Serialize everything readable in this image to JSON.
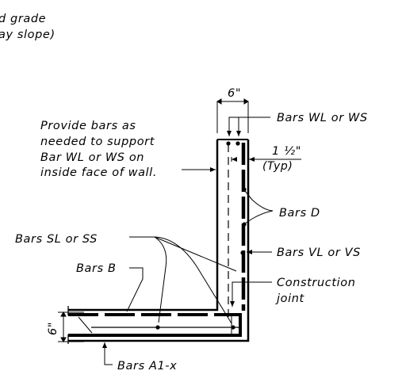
{
  "colors": {
    "ink": "#000000",
    "paper": "#ffffff"
  },
  "top_note": {
    "line1": "d grade",
    "line2": "ay slope)"
  },
  "dim_width": "6\"",
  "provide_note": {
    "line1": "Provide bars as",
    "line2": "needed to support",
    "line3": "Bar WL or WS on",
    "line4": "inside face of wall."
  },
  "labels": {
    "bars_wl_ws": "Bars WL or WS",
    "cover_value": "1 ½\"",
    "cover_typ": "(Typ)",
    "bars_d": "Bars D",
    "bars_sl_ss": "Bars SL or SS",
    "bars_vl_vs": "Bars VL or VS",
    "bars_b": "Bars B",
    "construction_joint_1": "Construction",
    "construction_joint_2": "joint",
    "dim_slab": "6\"",
    "bars_a1x": "Bars A1-x"
  }
}
